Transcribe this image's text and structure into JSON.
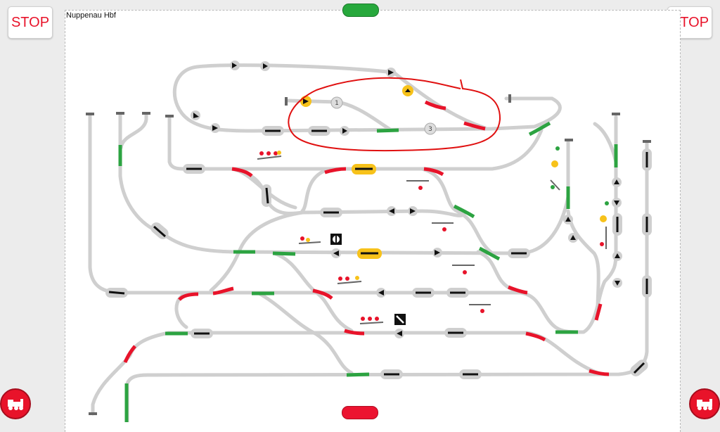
{
  "header": {
    "stop_left_label": "STOP",
    "stop_right_label": "STOP",
    "station_title": "Nuppenau Hbf"
  },
  "track": {
    "block_numbers": [
      "1",
      "3"
    ]
  },
  "colors": {
    "track": "#cfcfcf",
    "occupied": "#e8132a",
    "free": "#2ca341",
    "selected": "#f7c21a",
    "annotation": "#e01010"
  },
  "icons": {
    "stop_left": "stop-button",
    "loco_left": "locomotive-icon",
    "loco_right": "locomotive-icon"
  }
}
